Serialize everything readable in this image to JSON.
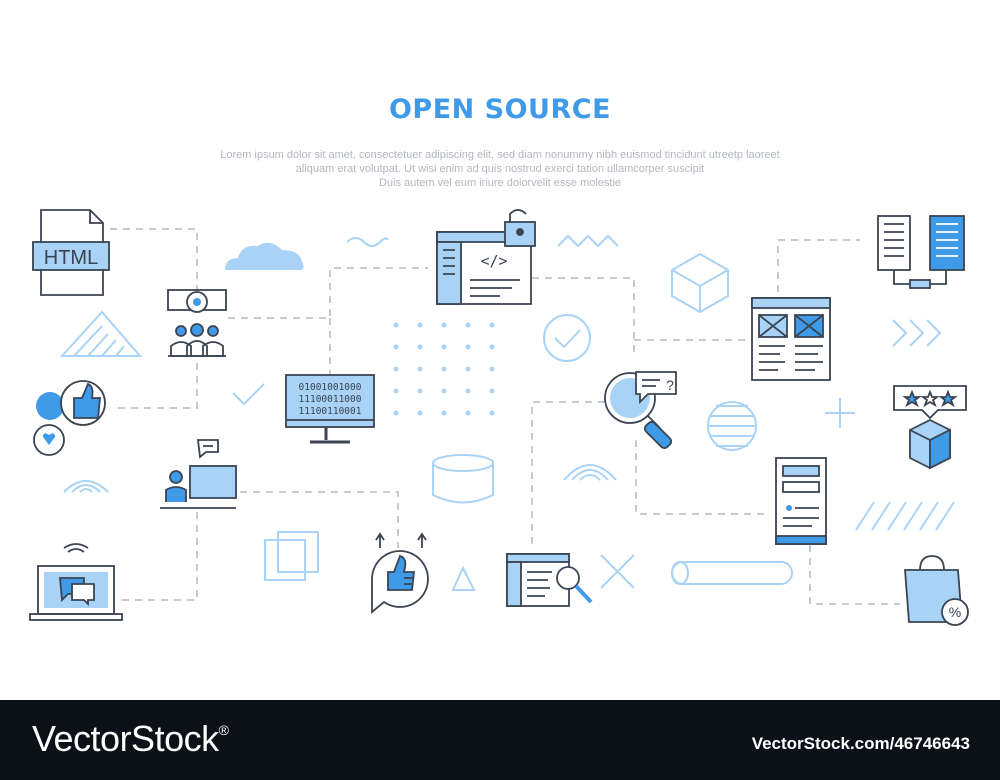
{
  "title": "OPEN SOURCE",
  "body_lines": [
    "Lorem ipsum dolor sit amet, consectetuer adipiscing elit, sed diam nonummy nibh euismod tincidunt utreetp laoreet",
    "aliquam erat volutpat. Ut wisi enim ad  quis nostrud exerci tation ullamcorper suscipit",
    "Duis autem vel eum iriure dolorvelit esse molestie"
  ],
  "icon_texts": {
    "html_label": "HTML",
    "code_tag": "</>",
    "binary": [
      "01001001000",
      "11100011000",
      "11100110001"
    ],
    "question_mark": "?",
    "percent": "%"
  },
  "colors": {
    "accent": "#3f9be8",
    "light_accent": "#a9d3f6",
    "outline": "#3a4452",
    "dashed": "#c6cad1",
    "footer": "#0c1017"
  },
  "icons": [
    "html-file-icon",
    "team-gear-icon",
    "social-feedback-icon",
    "remote-worker-icon",
    "laptop-chat-icon",
    "binary-monitor-icon",
    "code-window-lock-icon",
    "code-search-window-icon",
    "thumbs-up-icon",
    "search-question-icon",
    "web-layout-icon",
    "server-rack-icon",
    "rating-box-icon",
    "server-tower-icon",
    "shopping-bag-discount-icon"
  ],
  "footer": {
    "brand": "VectorStock",
    "reg_mark": "®",
    "image_id": "VectorStock.com/46746643"
  }
}
